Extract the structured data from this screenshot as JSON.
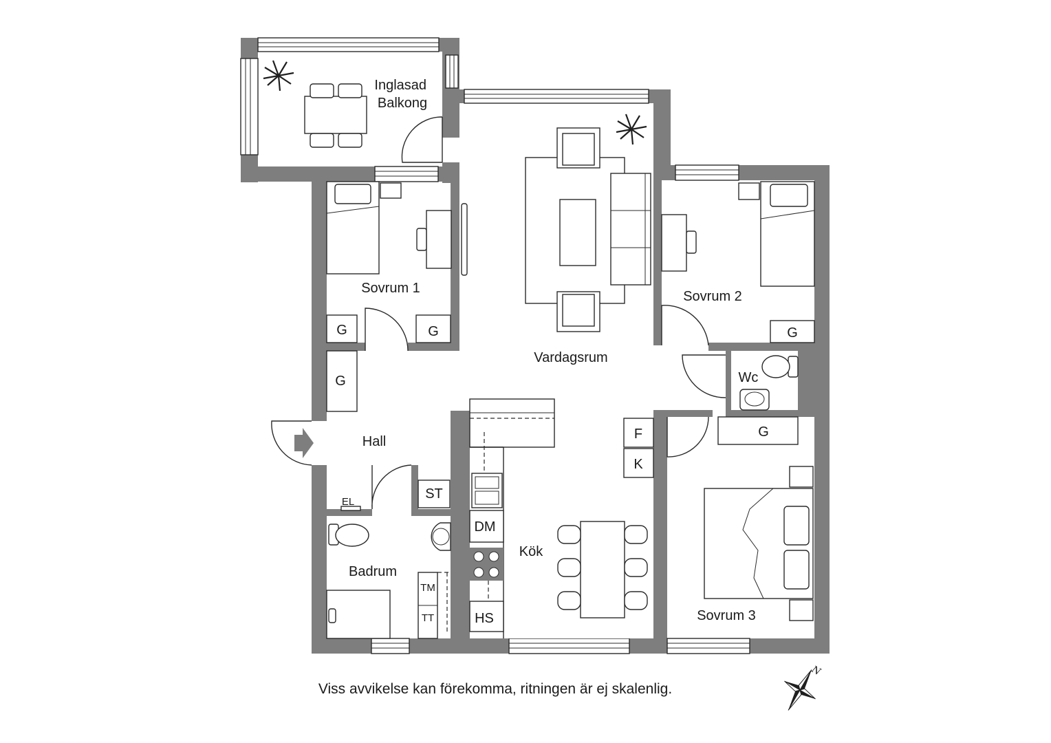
{
  "rooms": {
    "balcony": "Inglasad\nBalkong",
    "bedroom1": "Sovrum 1",
    "bedroom2": "Sovrum 2",
    "bedroom3": "Sovrum 3",
    "living": "Vardagsrum",
    "wc": "Wc",
    "hall": "Hall",
    "kitchen": "Kök",
    "bathroom": "Badrum"
  },
  "fixtures": {
    "wardrobe": "G",
    "fridge": "F",
    "freezer": "K",
    "storage": "ST",
    "electric": "EL",
    "dishwasher": "DM",
    "washer": "TM",
    "dryer": "TT",
    "high_cabinet": "HS"
  },
  "compass": {
    "north": "N"
  },
  "footer": {
    "disclaimer": "Viss avvikelse kan förekomma, ritningen är ej skalenlig."
  }
}
